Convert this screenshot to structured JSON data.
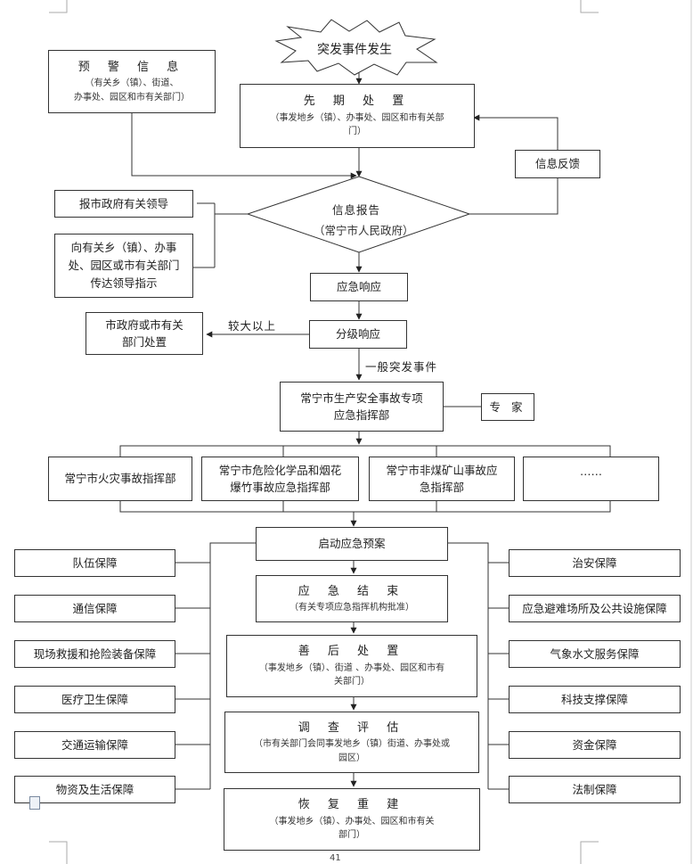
{
  "burst": "突发事件发生",
  "warning": {
    "title": "预 警 信 息",
    "sub1": "（有关乡（镇）、街道、",
    "sub2": "办事处、园区和市有关部门）"
  },
  "initial": {
    "title": "先 期 处 置",
    "sub1": "（事发地乡（镇）、办事处、园区和市有关部",
    "sub2": "门）"
  },
  "feedback": "信息反馈",
  "report": {
    "title": "信息报告",
    "sub": "（常宁市人民政府）"
  },
  "report_leader": "报市政府有关领导",
  "relay": {
    "line1": "向有关乡（镇）、办事",
    "line2": "处、园区或市有关部门",
    "line3": "传达领导指示"
  },
  "emergency_response": "应急响应",
  "graded_response": "分级响应",
  "city_handle": {
    "line1": "市政府或市有关",
    "line2": "部门处置"
  },
  "larger_label": "较大以上",
  "general_label": "一般突发事件",
  "hq": {
    "line1": "常宁市生产安全事故专项",
    "line2": "应急指挥部"
  },
  "expert": "专 家",
  "sub_hq": [
    {
      "line1": "常宁市火灾事故指挥部",
      "line2": ""
    },
    {
      "line1": "常宁市危险化学品和烟花",
      "line2": "爆竹事故应急指挥部"
    },
    {
      "line1": "常宁市非煤矿山事故应",
      "line2": "急指挥部"
    },
    {
      "line1": "……",
      "line2": ""
    }
  ],
  "start_plan": "启动应急预案",
  "end": {
    "title": "应 急 结 束",
    "sub": "（有关专项应急指挥机构批准）"
  },
  "aftermath": {
    "title": "善 后 处 置",
    "sub1": "（事发地乡（镇）、街道 、办事处、园区和市有",
    "sub2": "关部门）"
  },
  "investigation": {
    "title": "调 查 评 估",
    "sub1": "（市有关部门会同事发地乡（镇）街道、办事处或",
    "sub2": "园区）"
  },
  "recovery": {
    "title": "恢 复 重 建",
    "sub1": "（事发地乡（镇）、办事处、园区和市有关",
    "sub2": "部门）"
  },
  "left_guarantees": [
    "队伍保障",
    "通信保障",
    "现场救援和抢险装备保障",
    "医疗卫生保障",
    "交通运输保障",
    "物资及生活保障"
  ],
  "right_guarantees": [
    "治安保障",
    "应急避难场所及公共设施保障",
    "气象水文服务保障",
    "科技支撑保障",
    "资金保障",
    "法制保障"
  ],
  "page_number": "41"
}
